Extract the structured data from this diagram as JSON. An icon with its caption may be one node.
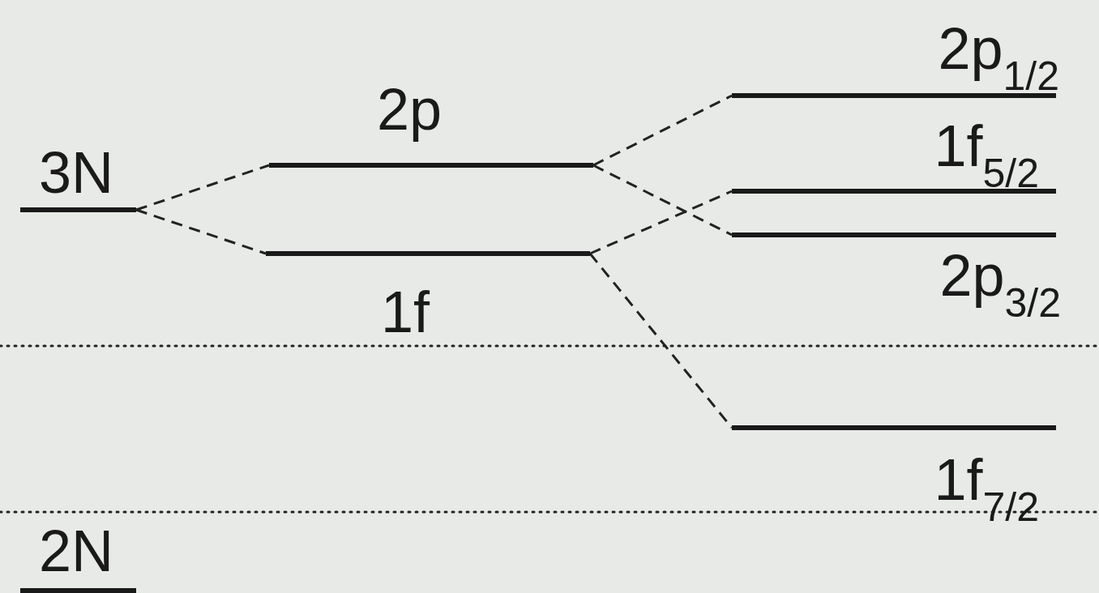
{
  "diagram": {
    "nodes": [
      {
        "text": [
          "3N"
        ]
      },
      {
        "text": [
          "2p"
        ]
      },
      {
        "text": [
          "1f"
        ]
      },
      {
        "text": [
          "2p$_{1/2}$"
        ]
      },
      {
        "text": [
          "1f$_{5/2}$"
        ]
      },
      {
        "text": [
          "2p$_{3/2}$"
        ]
      },
      {
        "text": [
          "1f$_{7/2}$"
        ]
      },
      {
        "text": [
          "2N"
        ]
      }
    ],
    "edges": [
      {
        "from": 0,
        "to": 1,
        "arrow": "none",
        "style": "dashed"
      },
      {
        "from": 0,
        "to": 2,
        "arrow": "none",
        "style": "dashed"
      },
      {
        "from": 1,
        "to": 3,
        "arrow": "none",
        "style": "dashed"
      },
      {
        "from": 1,
        "to": 5,
        "arrow": "none",
        "style": "dashed"
      },
      {
        "from": 2,
        "to": 4,
        "arrow": "none",
        "style": "dashed"
      },
      {
        "from": 2,
        "to": 6,
        "arrow": "none",
        "style": "dashed"
      }
    ]
  }
}
